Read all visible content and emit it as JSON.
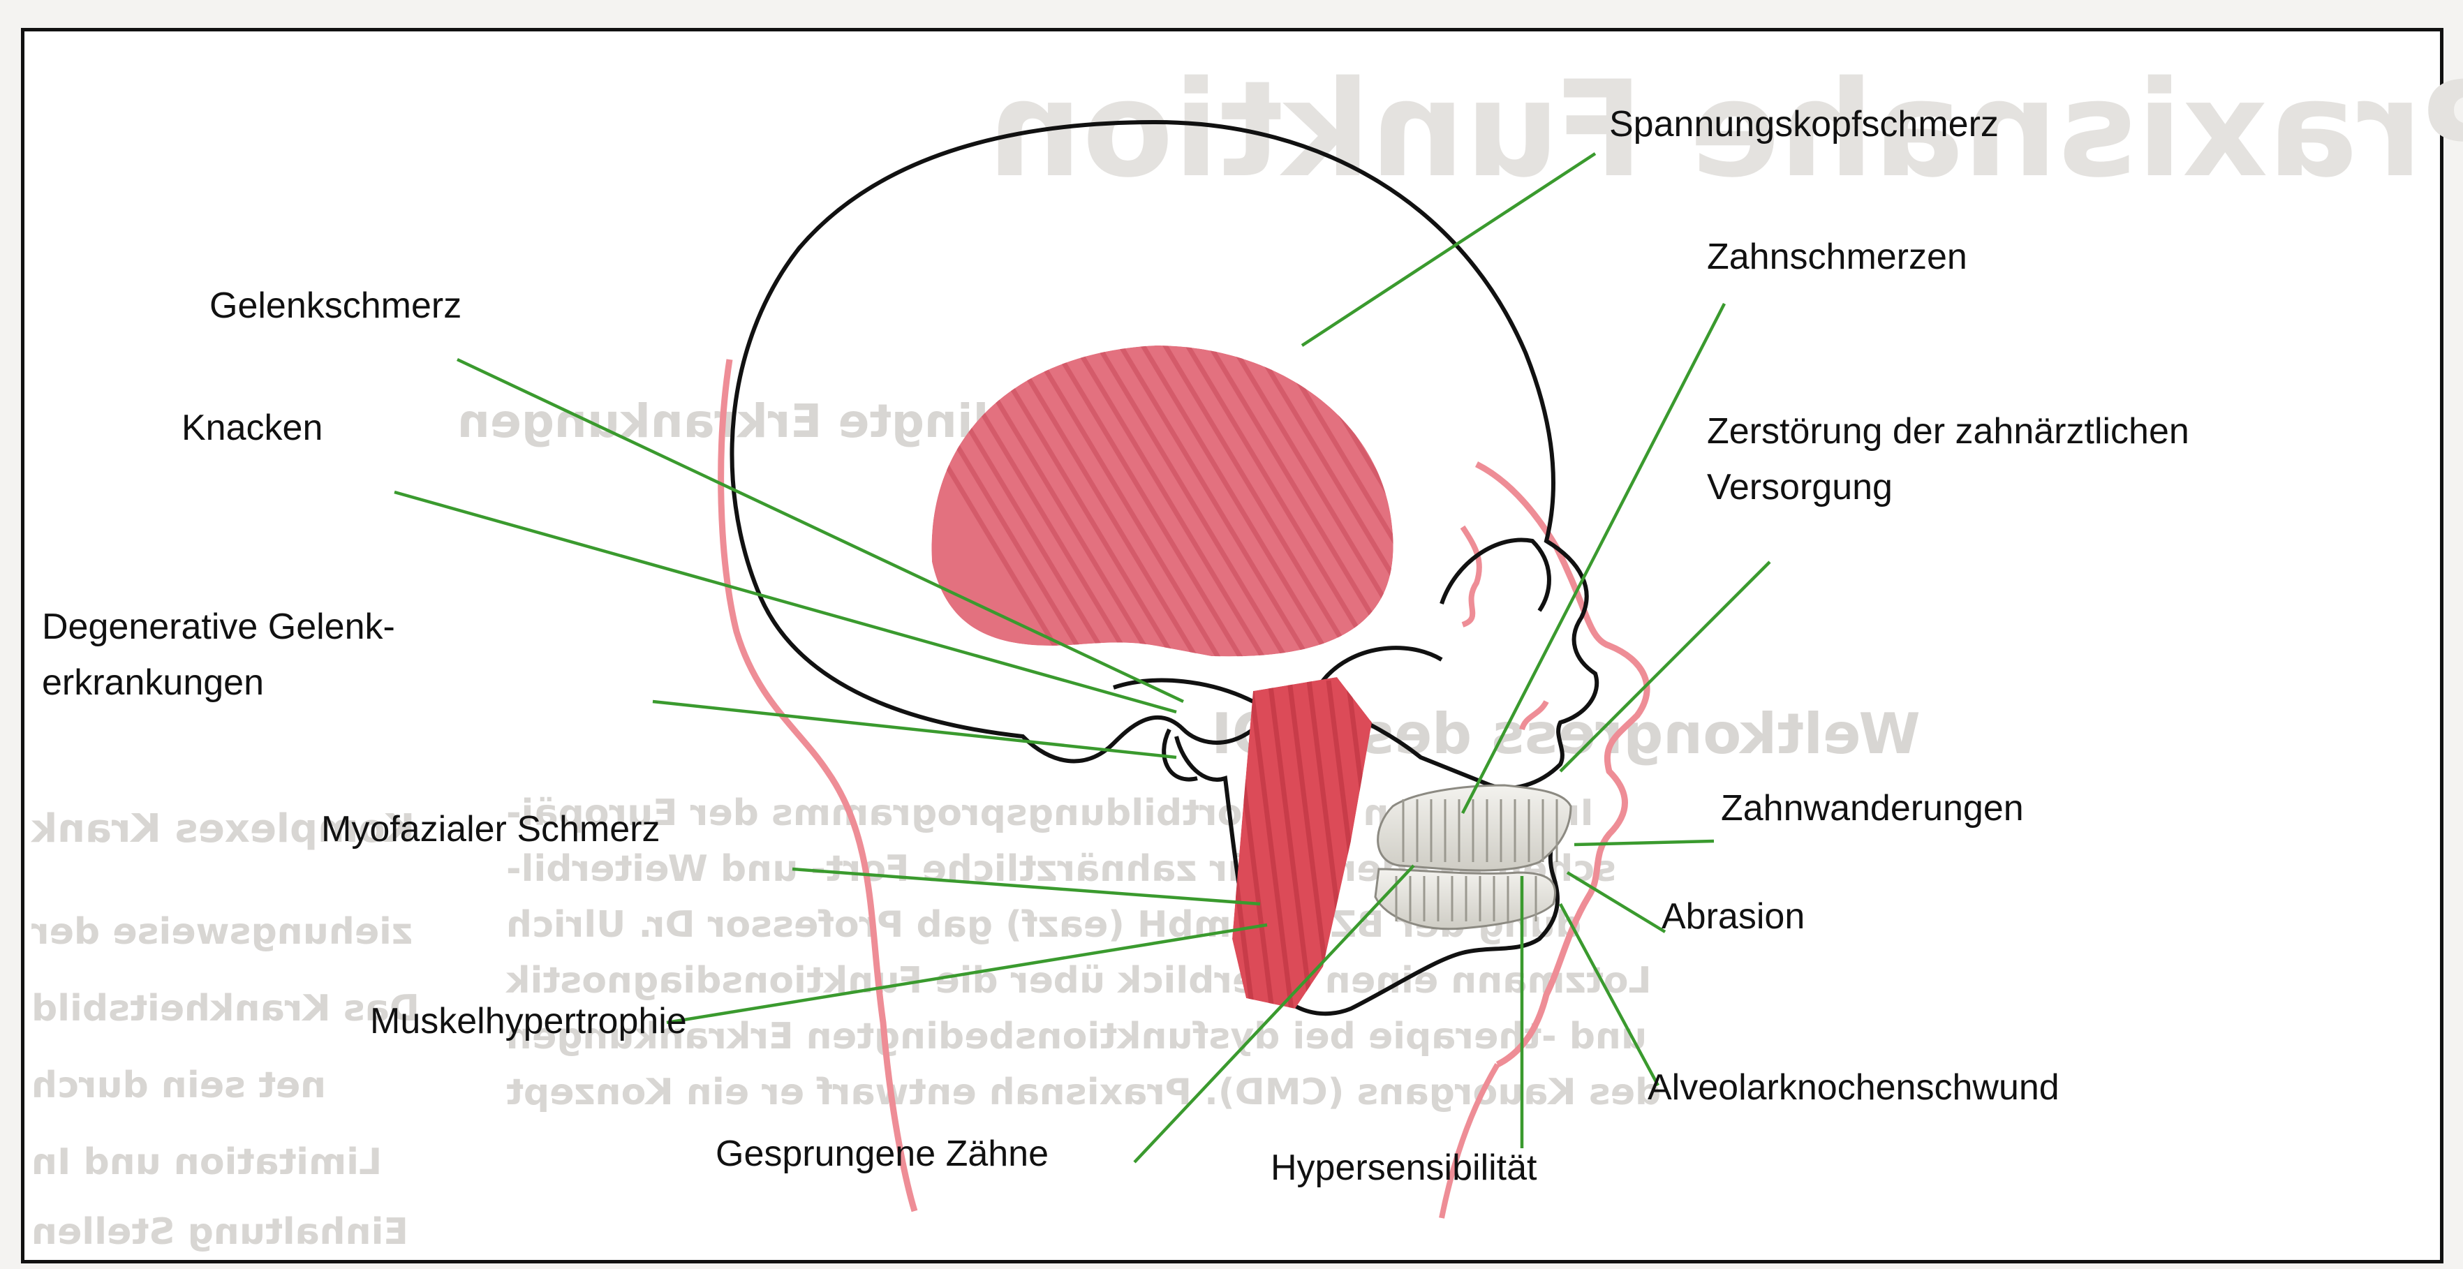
{
  "diagram": {
    "labels": {
      "spannungskopfschmerz": "Spannungskopfschmerz",
      "zahnschmerzen": "Zahnschmerzen",
      "gelenkschmerz": "Gelenkschmerz",
      "knacken": "Knacken",
      "zerstoerung_line1": "Zerstörung der zahnärztlichen",
      "zerstoerung_line2": "Versorgung",
      "degenerative_line1": "Degenerative Gelenk-",
      "degenerative_line2": "erkrankungen",
      "myofazialer_schmerz": "Myofazialer Schmerz",
      "zahnwanderungen": "Zahnwanderungen",
      "abrasion": "Abrasion",
      "muskelhypertrophie": "Muskelhypertrophie",
      "alveolarknochenschwund": "Alveolarknochenschwund",
      "gesprungene_zaehne": "Gesprungene Zähne",
      "hypersensibilitaet": "Hypersensibilität"
    },
    "colors": {
      "leader_line": "#3a9a2e",
      "muscle_fill": "#e3717f",
      "muscle_stripe": "#c94a5a",
      "skin_outline": "#ee8d96",
      "skull_outline": "#111111",
      "teeth": "#e2e0d8"
    }
  },
  "background_page": {
    "ghost_lines": [
      "Praxisnahe Funktion",
      "Funktionsbedingte Erkrankungen",
      "Im Rahmen des Fortbildungsprogramms der Europäi-",
      "schen Akademie für zahnärztliche Fort- und Weiterbil-",
      "dung der BZÄK GmbH (eazf) gab Professor Dr. Ulrich",
      "Lotzmann einen Überblick über die Funktionsdiagnostik",
      "und -therapie bei dysfunktionsbedingten Erkrankungen",
      "des Kauorgans (CMD). Praxisnah entwarf er ein Konzept",
      "Weltkongress des ICOI",
      "Komplexes Krank",
      "Das Krankheitsbild",
      "ziehungsweise der",
      "net sein durch",
      "Limitation und In",
      "Einhaltung Stellen"
    ]
  }
}
